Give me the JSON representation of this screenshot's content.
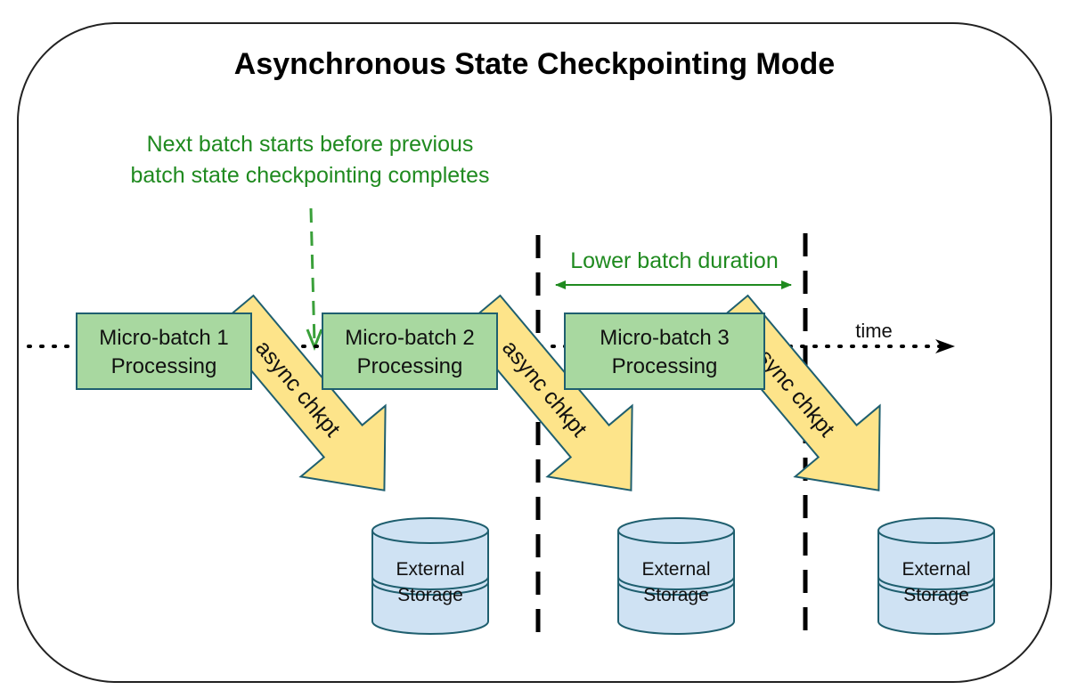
{
  "title": "Asynchronous State Checkpointing Mode",
  "colors": {
    "accent_green": "#1f8a1f",
    "batch_fill": "#a8d8a0",
    "batch_stroke": "#1f5f6f",
    "arrow_fill": "#fde48a",
    "storage_fill": "#cfe2f3"
  },
  "annotation": {
    "line1": "Next batch starts before previous",
    "line2": "batch state checkpointing completes"
  },
  "duration_label": "Lower batch duration",
  "time_label": "time",
  "batches": [
    {
      "line1": "Micro-batch 1",
      "line2": "Processing",
      "arrow_label": "async chkpt",
      "storage_line1": "External",
      "storage_line2": "Storage"
    },
    {
      "line1": "Micro-batch 2",
      "line2": "Processing",
      "arrow_label": "async chkpt",
      "storage_line1": "External",
      "storage_line2": "Storage"
    },
    {
      "line1": "Micro-batch 3",
      "line2": "Processing",
      "arrow_label": "async chkpt",
      "storage_line1": "External",
      "storage_line2": "Storage"
    }
  ]
}
